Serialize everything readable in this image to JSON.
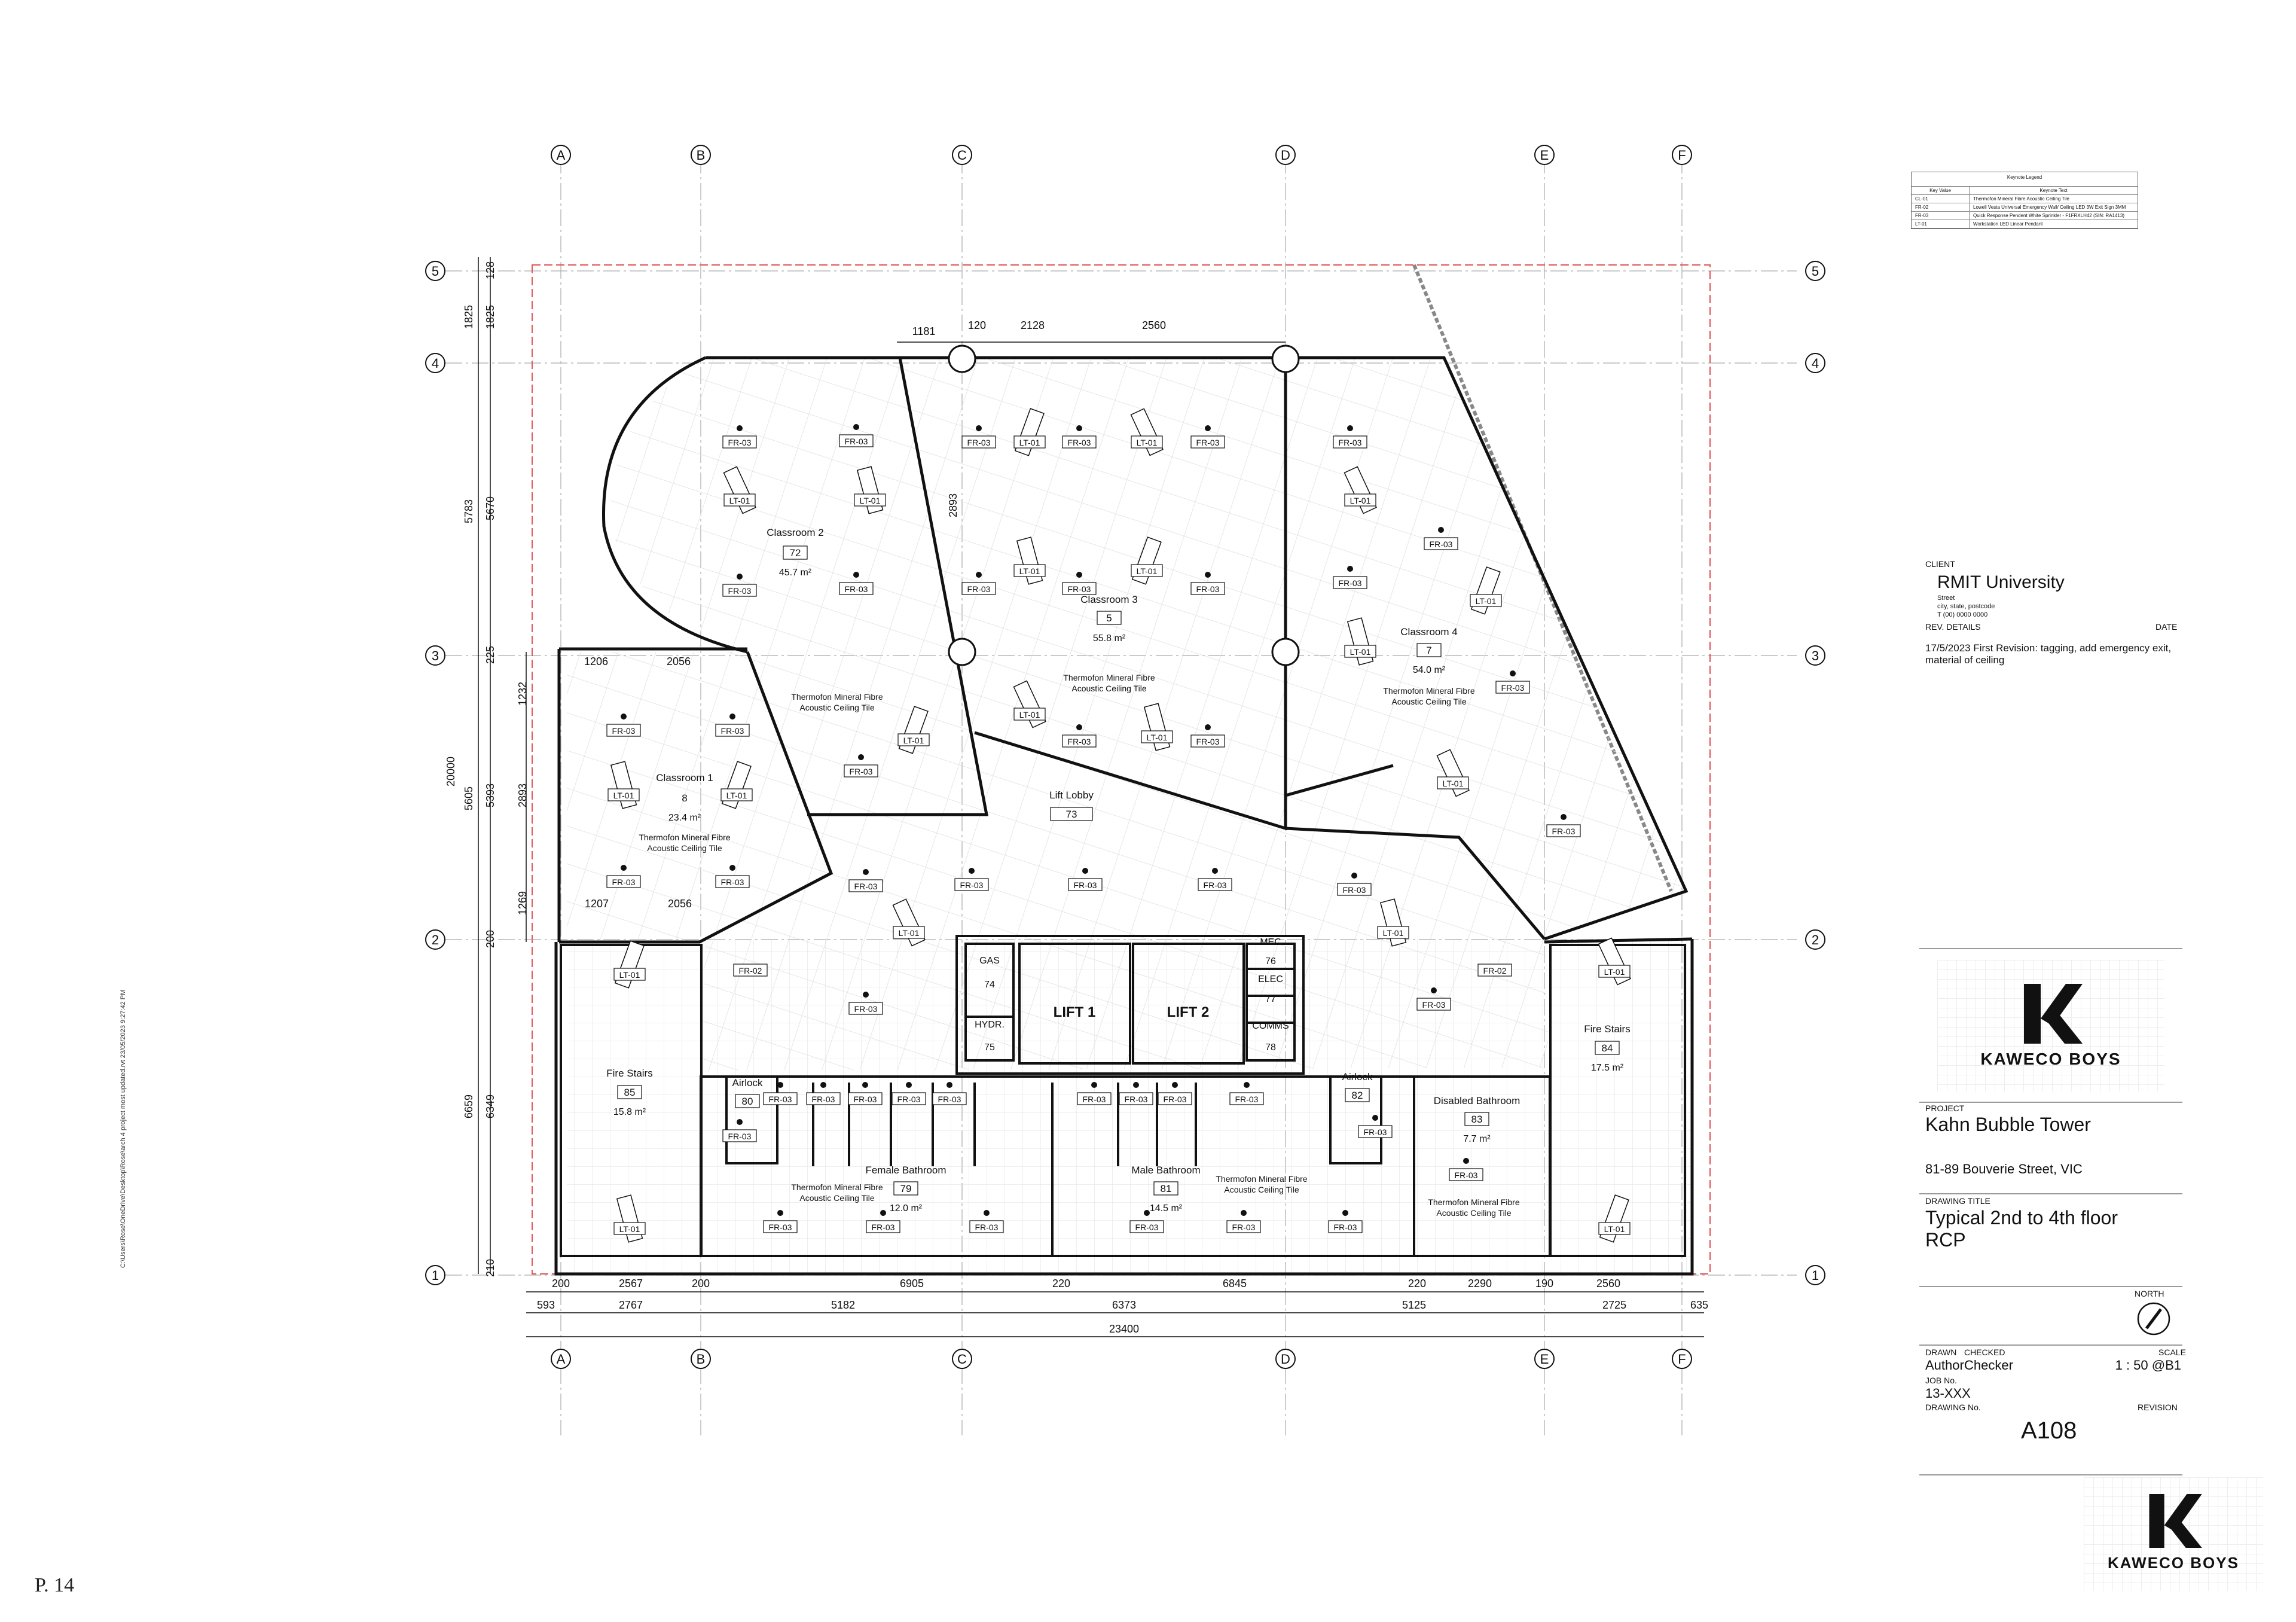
{
  "grid_columns": [
    "A",
    "B",
    "C",
    "D",
    "E",
    "F"
  ],
  "grid_rows": [
    "5",
    "4",
    "3",
    "2",
    "1"
  ],
  "left_dims": {
    "outer": [
      "1825",
      "5783",
      "20000",
      "5605",
      "6659"
    ],
    "inner": [
      "128",
      "1825",
      "5670",
      "225",
      "1232",
      "5393",
      "2893",
      "1269",
      "200",
      "6349",
      "210"
    ]
  },
  "top_dims": [
    "1181",
    "120",
    "2128",
    "2560"
  ],
  "bottom_dims": {
    "row1": [
      "200",
      "2567",
      "200",
      "6905",
      "220",
      "6845",
      "220",
      "2290",
      "190",
      "2560"
    ],
    "row2": [
      "593",
      "2767",
      "5182",
      "6373",
      "5125",
      "2725",
      "635"
    ],
    "total": "23400"
  },
  "interior_dims": {
    "c1_top": [
      "1206",
      "2056"
    ],
    "c1_bottom": [
      "1207",
      "2056"
    ],
    "c3_side": "2893"
  },
  "rooms": [
    {
      "name": "Classroom 2",
      "number": "72",
      "area": "45.7 m²"
    },
    {
      "name": "Classroom 3",
      "number": "5",
      "area": "55.8 m²"
    },
    {
      "name": "Classroom 4",
      "number": "7",
      "area": "54.0 m²"
    },
    {
      "name": "Classroom 1",
      "number": "8",
      "area": "23.4 m²"
    },
    {
      "name": "Lift Lobby",
      "number": "73",
      "area": ""
    },
    {
      "name": "Fire Stairs",
      "number": "85",
      "area": "15.8 m²"
    },
    {
      "name": "Fire Stairs",
      "number": "84",
      "area": "17.5 m²"
    },
    {
      "name": "Airlock",
      "number": "80",
      "area": ""
    },
    {
      "name": "Airlock",
      "number": "82",
      "area": ""
    },
    {
      "name": "Female Bathroom",
      "number": "79",
      "area": "12.0 m²"
    },
    {
      "name": "Male Bathroom",
      "number": "81",
      "area": "14.5 m²"
    },
    {
      "name": "Disabled Bathroom",
      "number": "83",
      "area": "7.7 m²"
    }
  ],
  "services": [
    {
      "name": "GAS",
      "number": "74"
    },
    {
      "name": "HYDR.",
      "number": "75"
    },
    {
      "name": "MEC",
      "number": "76"
    },
    {
      "name": "ELEC",
      "number": "77"
    },
    {
      "name": "COMMS",
      "number": "78"
    }
  ],
  "lifts": [
    "LIFT 1",
    "LIFT 2"
  ],
  "ceiling_note": {
    "line1": "Thermofon Mineral Fibre",
    "line2": "Acoustic Ceiling Tile"
  },
  "tag_codes": {
    "fr": "FR-03",
    "fr2": "FR-02",
    "lt": "LT-01"
  },
  "keynote": {
    "title": "Keynote Legend",
    "headers": [
      "Key Value",
      "Keynote Text"
    ],
    "rows": [
      [
        "CL-01",
        "Thermofon Mineral Fibre Acoustic Ceiling Tile"
      ],
      [
        "FR-02",
        "Lowell Vesta Universal Emergency Wall/ Ceiling LED 3W Exit Sign 3MM"
      ],
      [
        "FR-03",
        "Quick Response Pendent White Sprinkler - F1FRXLH42 (SIN: RA1413)"
      ],
      [
        "LT-01",
        "Workstation LED Linear Pendant"
      ]
    ]
  },
  "title_block": {
    "client_label": "CLIENT",
    "client": "RMIT University",
    "client_addr1": "Street",
    "client_addr2": "city, state, postcode",
    "client_phone": "T (00) 0000 0000",
    "rev_label": "REV. DETAILS",
    "date_label": "DATE",
    "revision_note": "17/5/2023 First Revision: tagging, add emergency exit, material of ceiling",
    "brand": "KAWECO BOYS",
    "project_label": "PROJECT",
    "project": "Kahn Bubble Tower",
    "address": "81-89 Bouverie Street, VIC",
    "drawing_title_label": "DRAWING TITLE",
    "drawing_title_1": "Typical 2nd to 4th floor",
    "drawing_title_2": "RCP",
    "north_label": "NORTH",
    "drawn_label": "DRAWN",
    "checked_label": "CHECKED",
    "scale_label": "SCALE",
    "drawn": "Author",
    "checked": "Checker",
    "scale": "1 : 50 @B1",
    "job_label": "JOB No.",
    "job": "13-XXX",
    "drawing_no_label": "DRAWING No.",
    "revision_label": "REVISION",
    "drawing_no": "A108"
  },
  "file_path": "C:\\Users\\Rose\\OneDrive\\Desktop\\Rose\\arch 4 project most updated.rvt\n23/05/2023 9:27:42 PM",
  "page": "P. 14",
  "colors": {
    "line": "#111111",
    "red_boundary": "#e05555",
    "tile_grid": "#d7d7d7",
    "title_rule": "#9a9a9a"
  }
}
